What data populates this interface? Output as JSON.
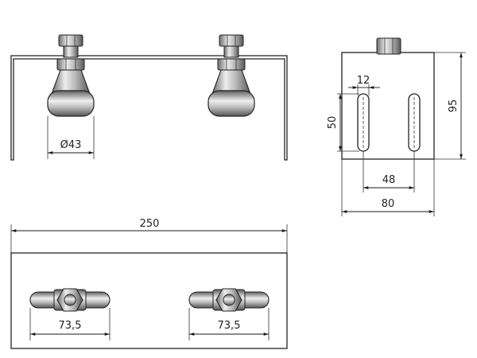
{
  "drawing": {
    "front_view": {
      "diameter_label": "Ø43"
    },
    "side_view": {
      "slot_width_label": "12",
      "slot_length_label": "50",
      "height_label": "95",
      "slot_spacing_label": "48",
      "width_label": "80"
    },
    "top_view": {
      "length_label": "250",
      "left_roller_span_label": "73,5",
      "right_roller_span_label": "73,5"
    }
  }
}
